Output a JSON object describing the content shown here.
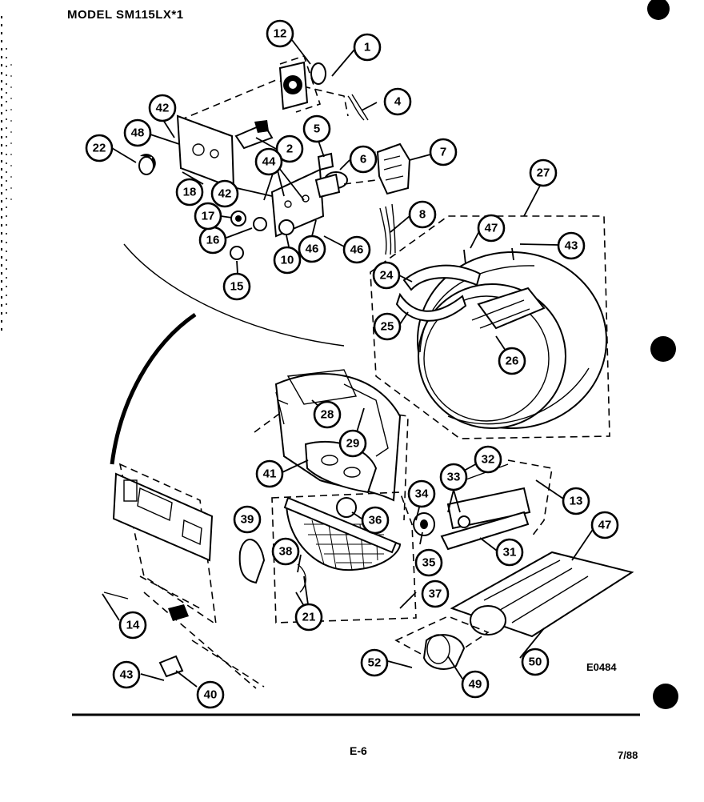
{
  "header": {
    "model_label": "MODEL SM115LX*1"
  },
  "footer": {
    "page_number": "E-6",
    "date": "7/88"
  },
  "diagram": {
    "code": "E0484",
    "callouts": [
      "1",
      "2",
      "4",
      "5",
      "6",
      "7",
      "8",
      "10",
      "12",
      "13",
      "14",
      "15",
      "16",
      "17",
      "18",
      "21",
      "22",
      "24",
      "25",
      "26",
      "27",
      "28",
      "29",
      "31",
      "32",
      "33",
      "34",
      "35",
      "36",
      "37",
      "38",
      "39",
      "40",
      "41",
      "42",
      "42",
      "43",
      "43",
      "44",
      "46",
      "46",
      "47",
      "47",
      "48",
      "49",
      "50",
      "52"
    ]
  }
}
